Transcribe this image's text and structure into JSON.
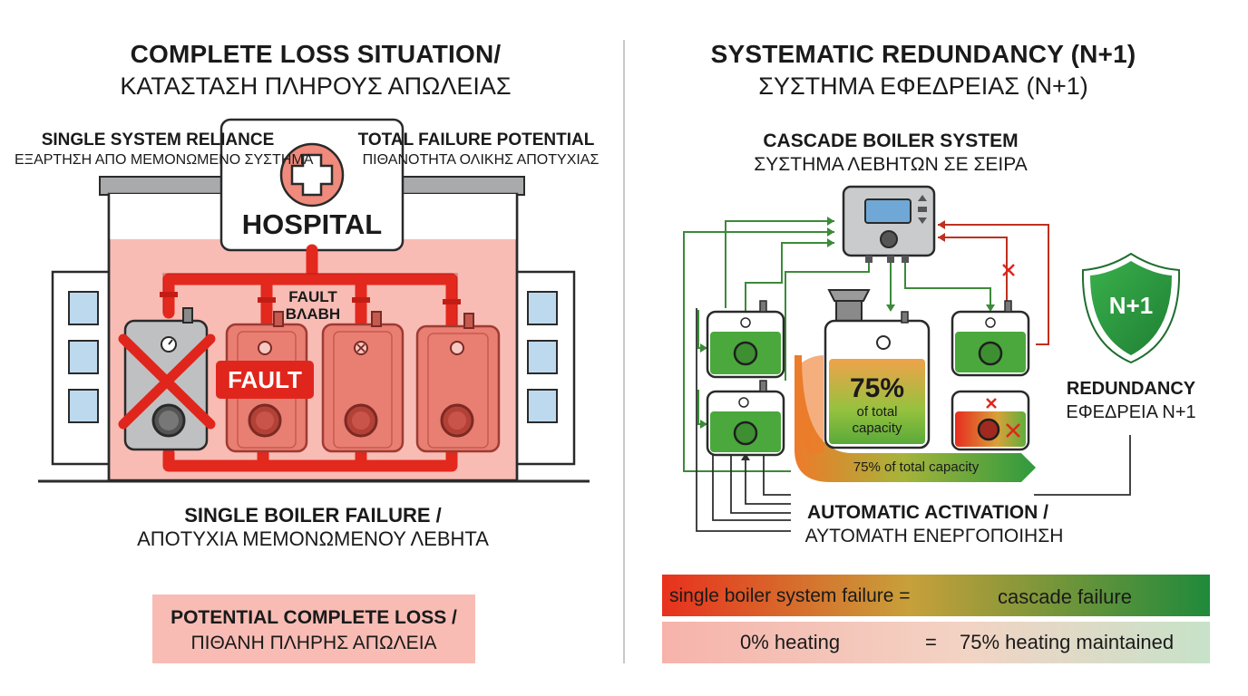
{
  "left": {
    "title": "COMPLETE LOSS SITUATION/",
    "subtitle": "ΚΑΤΑΣΤΑΣΗ ΠΛΗΡΟΥΣ ΑΠΩΛΕΙΑΣ",
    "reliance_title": "SINGLE SYSTEM RELIANCE",
    "reliance_sub": "ΕΞΑΡΤΗΣΗ ΑΠΟ ΜΕΜΟΝΩΜΕΝΟ ΣΥΣΤΗΜΑ",
    "failure_title": "TOTAL FAILURE POTENTIAL",
    "failure_sub": "ΠΙΘΑΝΟΤΗΤΑ ΟΛΙΚΗΣ ΑΠΟΤΥΧΙΑΣ",
    "hospital_label": "HOSPITAL",
    "fault_en": "FAULT",
    "fault_gr": "ΒΛΑΒΗ",
    "fault_badge": "FAULT",
    "boiler_failure_title": "SINGLE BOILER FAILURE /",
    "boiler_failure_sub": "ΑΠΟΤΥΧΙΑ ΜΕΜΟΝΩΜΕΝΟΥ ΛΕΒΗΤΑ",
    "loss_title": "POTENTIAL COMPLETE LOSS /",
    "loss_sub": "ΠΙΘΑΝΗ ΠΛΗΡΗΣ ΑΠΩΛΕΙΑ"
  },
  "right": {
    "title": "SYSTEMATIC REDUNDANCY (N+1)",
    "subtitle": "ΣΥΣΤΗΜΑ ΕΦΕΔΡΕΙΑΣ (N+1)",
    "cascade_title": "CASCADE BOILER SYSTEM",
    "cascade_sub": "ΣΥΣΤΗΜΑ ΛΕΒΗΤΩΝ ΣΕ ΣΕΙΡΑ",
    "capacity_pct": "75%",
    "capacity_line1": "of total",
    "capacity_line2": "capacity",
    "capacity_arrow": "75% of total capacity",
    "shield_label": "N+1",
    "redundancy_title": "REDUNDANCY",
    "redundancy_sub": "ΕΦΕΔΡΕΙΑ N+1",
    "activation_title": "AUTOMATIC ACTIVATION /",
    "activation_sub": "ΑΥΤΟΜΑΤΗ ΕΝΕΡΓΟΠΟΙΗΣΗ",
    "row1_left": "single boiler system failure =",
    "row1_right": "cascade failure",
    "row2_left": "0% heating",
    "row2_eq": "=",
    "row2_right": "75% heating maintained"
  },
  "colors": {
    "fault_red": "#e0261c",
    "pipe_red": "#e3281e",
    "hospital_pink": "#f8bcb4",
    "boiler_green": "#4aa83c",
    "shield_green": "#2b9a3f",
    "line_green": "#3c8a3a",
    "line_red": "#c0301f"
  },
  "icons": [
    "medical-cross-icon",
    "cross-mark-icon",
    "shield-icon",
    "controller-icon",
    "gauge-icon"
  ]
}
